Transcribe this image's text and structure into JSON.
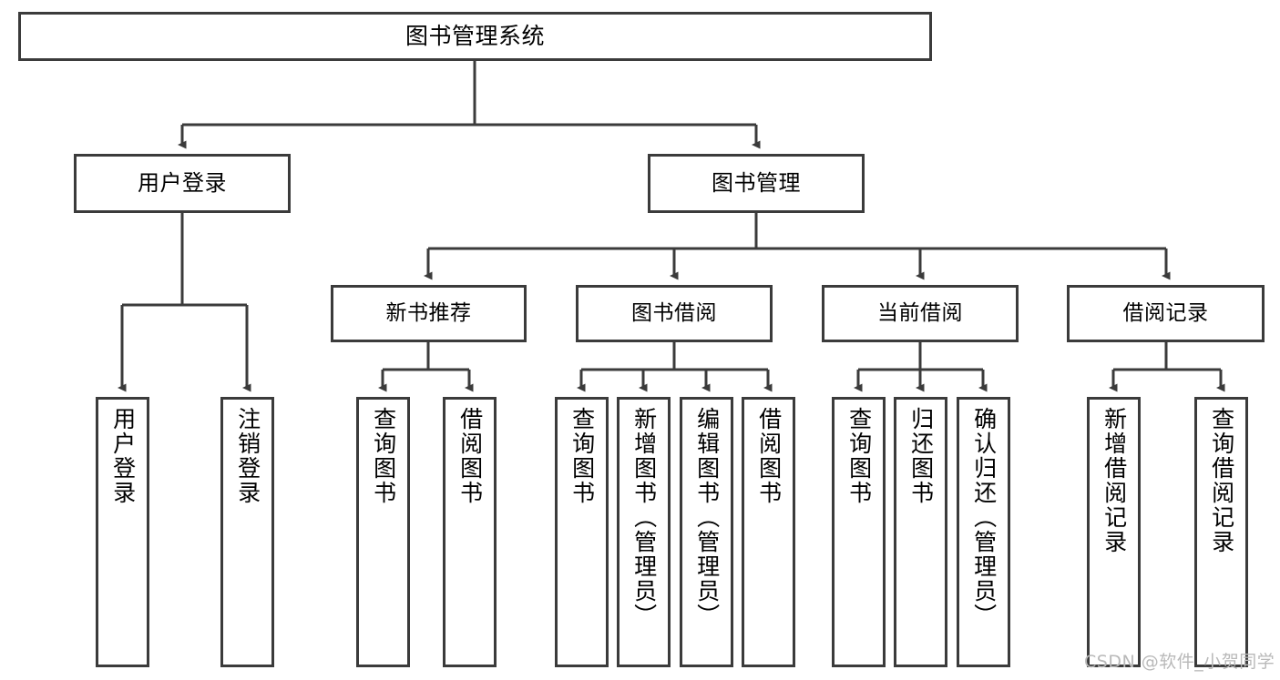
{
  "diagram": {
    "title": "图书管理系统",
    "type": "tree-hierarchy-diagram",
    "colors": {
      "stroke": "#3b3b3b",
      "fill": "#ffffff",
      "text": "#000000",
      "watermark": "#b9b9b9"
    },
    "root": {
      "label": "图书管理系统"
    },
    "level2": [
      {
        "label": "用户登录"
      },
      {
        "label": "图书管理"
      }
    ],
    "user_login_leaves": [
      {
        "label": "用户登录"
      },
      {
        "label": "注销登录"
      }
    ],
    "level3": [
      {
        "label": "新书推荐"
      },
      {
        "label": "图书借阅"
      },
      {
        "label": "当前借阅"
      },
      {
        "label": "借阅记录"
      }
    ],
    "new_book_leaves": [
      {
        "label": "查询图书"
      },
      {
        "label": "借阅图书"
      }
    ],
    "borrow_leaves": [
      {
        "label": "查询图书"
      },
      {
        "label": "新增图书（管理员）"
      },
      {
        "label": "编辑图书（管理员）"
      },
      {
        "label": "借阅图书"
      }
    ],
    "current_borrow_leaves": [
      {
        "label": "查询图书"
      },
      {
        "label": "归还图书"
      },
      {
        "label": "确认归还（管理员）"
      }
    ],
    "record_leaves": [
      {
        "label": "新增借阅记录"
      },
      {
        "label": "查询借阅记录"
      }
    ]
  },
  "watermark": {
    "text": "CSDN @软件_小贺同学"
  }
}
